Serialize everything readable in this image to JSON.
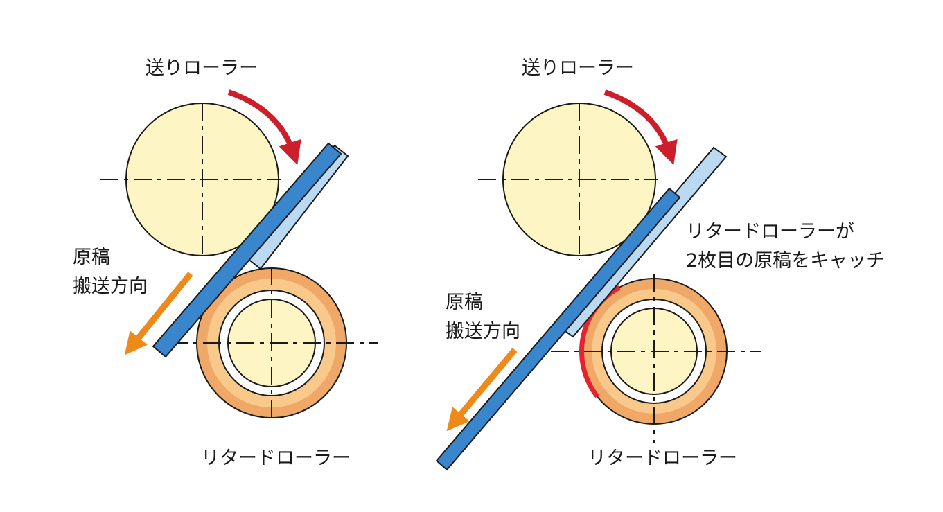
{
  "colors": {
    "feed_roller_fill": "#fdf5c4",
    "retard_outer": "#f0a868",
    "retard_mid": "#f8c98a",
    "retard_core": "#fdf5c4",
    "paper_dark": "#3a86cc",
    "paper_light": "#bcd9f2",
    "rotation_arrow": "#cc1f2b",
    "direction_arrow": "#ee8a1a",
    "catch_highlight": "#e4232f",
    "outline": "#1a1a1a"
  },
  "left": {
    "feed_roller_label": "送りローラー",
    "retard_roller_label": "リタードローラー",
    "direction_label_line1": "原稿",
    "direction_label_line2": "搬送方向"
  },
  "right": {
    "feed_roller_label": "送りローラー",
    "retard_roller_label": "リタードローラー",
    "direction_label_line1": "原稿",
    "direction_label_line2": "搬送方向",
    "note_line1": "リタードローラーが",
    "note_line2": "2枚目の原稿をキャッチ"
  }
}
